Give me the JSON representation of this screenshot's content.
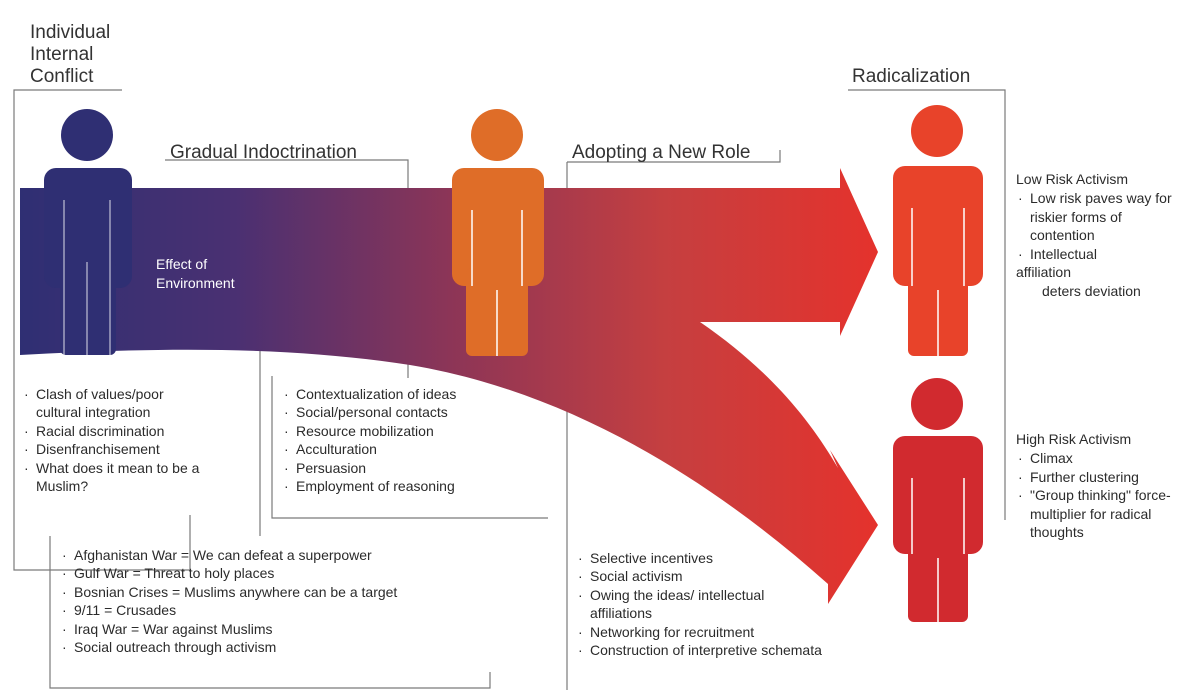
{
  "stages": {
    "individual": "Individual\nInternal\nConflict",
    "gradual": "Gradual Indoctrination",
    "adopting": "Adopting a New Role",
    "radicalization": "Radicalization"
  },
  "effect_label": "Effect of\nEnvironment",
  "conflict_items": [
    "Clash of values/poor cultural integration",
    "Racial discrimination",
    "Disenfranchisement",
    "What does it mean to be a Muslim?"
  ],
  "indoctrination_items": [
    "Contextualization of ideas",
    "Social/personal contacts",
    "Resource mobilization",
    "Acculturation",
    "Persuasion",
    "Employment of reasoning"
  ],
  "environment_items": [
    "Afghanistan War = We can defeat a superpower",
    "Gulf War = Threat to holy places",
    "Bosnian Crises = Muslims anywhere can be a target",
    "9/11 = Crusades",
    "Iraq War = War against Muslims",
    "Social outreach through activism"
  ],
  "role_items": [
    "Selective incentives",
    "Social activism",
    "Owing the ideas/ intellectual affiliations",
    "Networking for recruitment",
    "Construction of interpretive schemata"
  ],
  "low_risk": {
    "title": "Low Risk Activism",
    "item1": "Low risk paves way for riskier forms of contention",
    "item2_a": "Intellectual",
    "item2_b": "affiliation",
    "item2_c": "deters deviation"
  },
  "high_risk": {
    "title": "High Risk Activism",
    "items": [
      "Climax",
      "Further clustering",
      "\"Group thinking\" force-multiplier for radical thoughts"
    ]
  },
  "colors": {
    "navy": "#2f2f73",
    "orange": "#df6d28",
    "red_upper": "#e8432a",
    "red_lower": "#d12a2f"
  }
}
